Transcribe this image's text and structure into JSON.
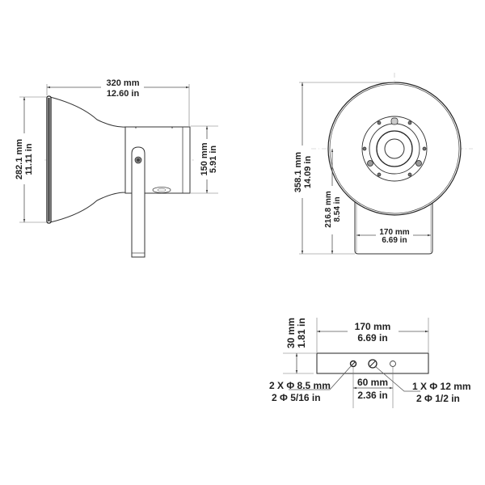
{
  "side_view": {
    "length": {
      "mm": "320 mm",
      "in": "12.60 in"
    },
    "mouth_height": {
      "mm": "282.1 mm",
      "in": "11.11 in"
    },
    "body_height": {
      "mm": "150 mm",
      "in": "5.91 in"
    }
  },
  "front_view": {
    "total_height": {
      "mm": "358.1 mm",
      "in": "14.09 in"
    },
    "bracket_height": {
      "mm": "216.8 mm",
      "in": "8.54 in"
    },
    "bracket_width": {
      "mm": "170 mm",
      "in": "6.69 in"
    }
  },
  "bracket_view": {
    "width": {
      "mm": "170 mm",
      "in": "6.69 in"
    },
    "height": {
      "mm": "30 mm",
      "in": "1.81 in"
    },
    "hole_spacing": {
      "mm": "60 mm",
      "in": "2.36 in"
    },
    "small_holes": {
      "line1": "2 X Φ 8.5 mm",
      "line2": "2  Φ 5/16 in"
    },
    "large_hole": {
      "line1": "1 X Φ 12 mm",
      "line2": "2  Φ 1/2 in"
    }
  }
}
